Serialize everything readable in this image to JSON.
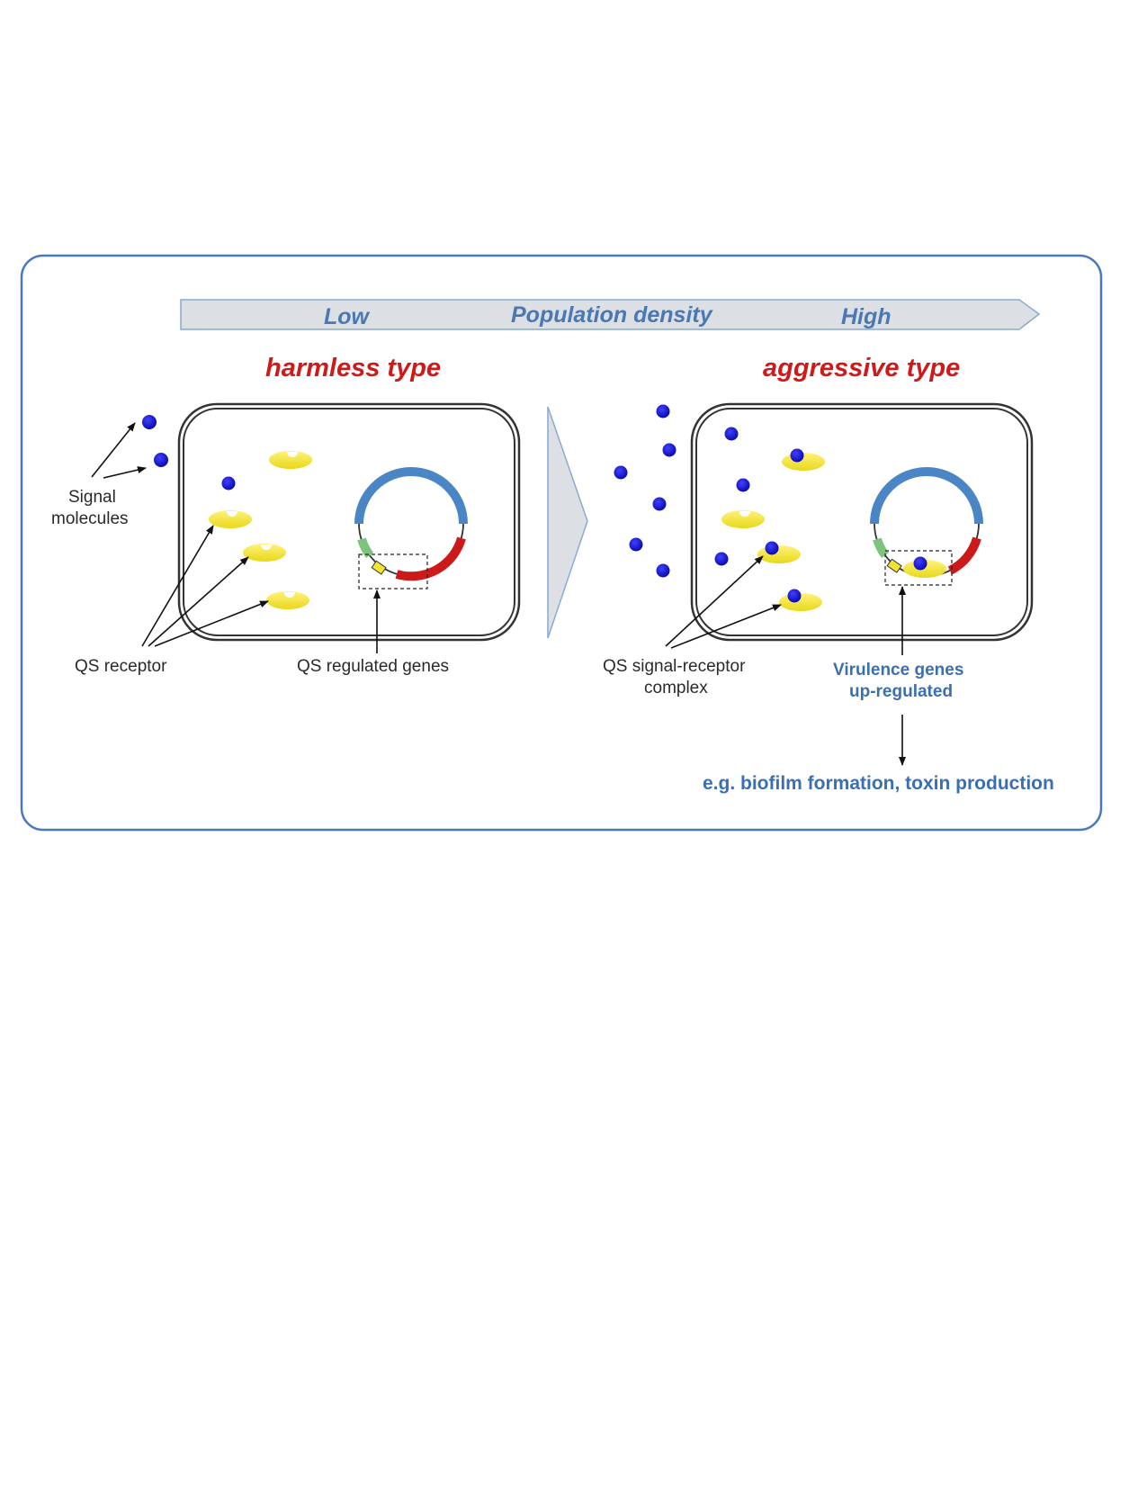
{
  "banner": {
    "low": "Low",
    "middle": "Population density",
    "high": "High"
  },
  "left_panel": {
    "title": "harmless type",
    "signal_label_line1": "Signal",
    "signal_label_line2": "molecules",
    "receptor_label": "QS receptor",
    "genes_label": "QS regulated genes"
  },
  "right_panel": {
    "title": "aggressive type",
    "complex_label_line1": "QS signal-receptor",
    "complex_label_line2": "complex",
    "virulence_line1": "Virulence genes",
    "virulence_line2": "up-regulated",
    "outcome": "e.g. biofilm formation, toxin production"
  },
  "colors": {
    "frame": "#4a78c0",
    "banner_fill": "#dcdfe4",
    "banner_text": "#4a78b4",
    "type_text": "#d01a1a",
    "signal_molecule": "#1010c8",
    "receptor": "#f2e430",
    "plasmid_blue": "#4a86c6",
    "plasmid_red": "#cc1a1a",
    "plasmid_green": "#7cc47c",
    "info_text": "#3b6fb0"
  }
}
